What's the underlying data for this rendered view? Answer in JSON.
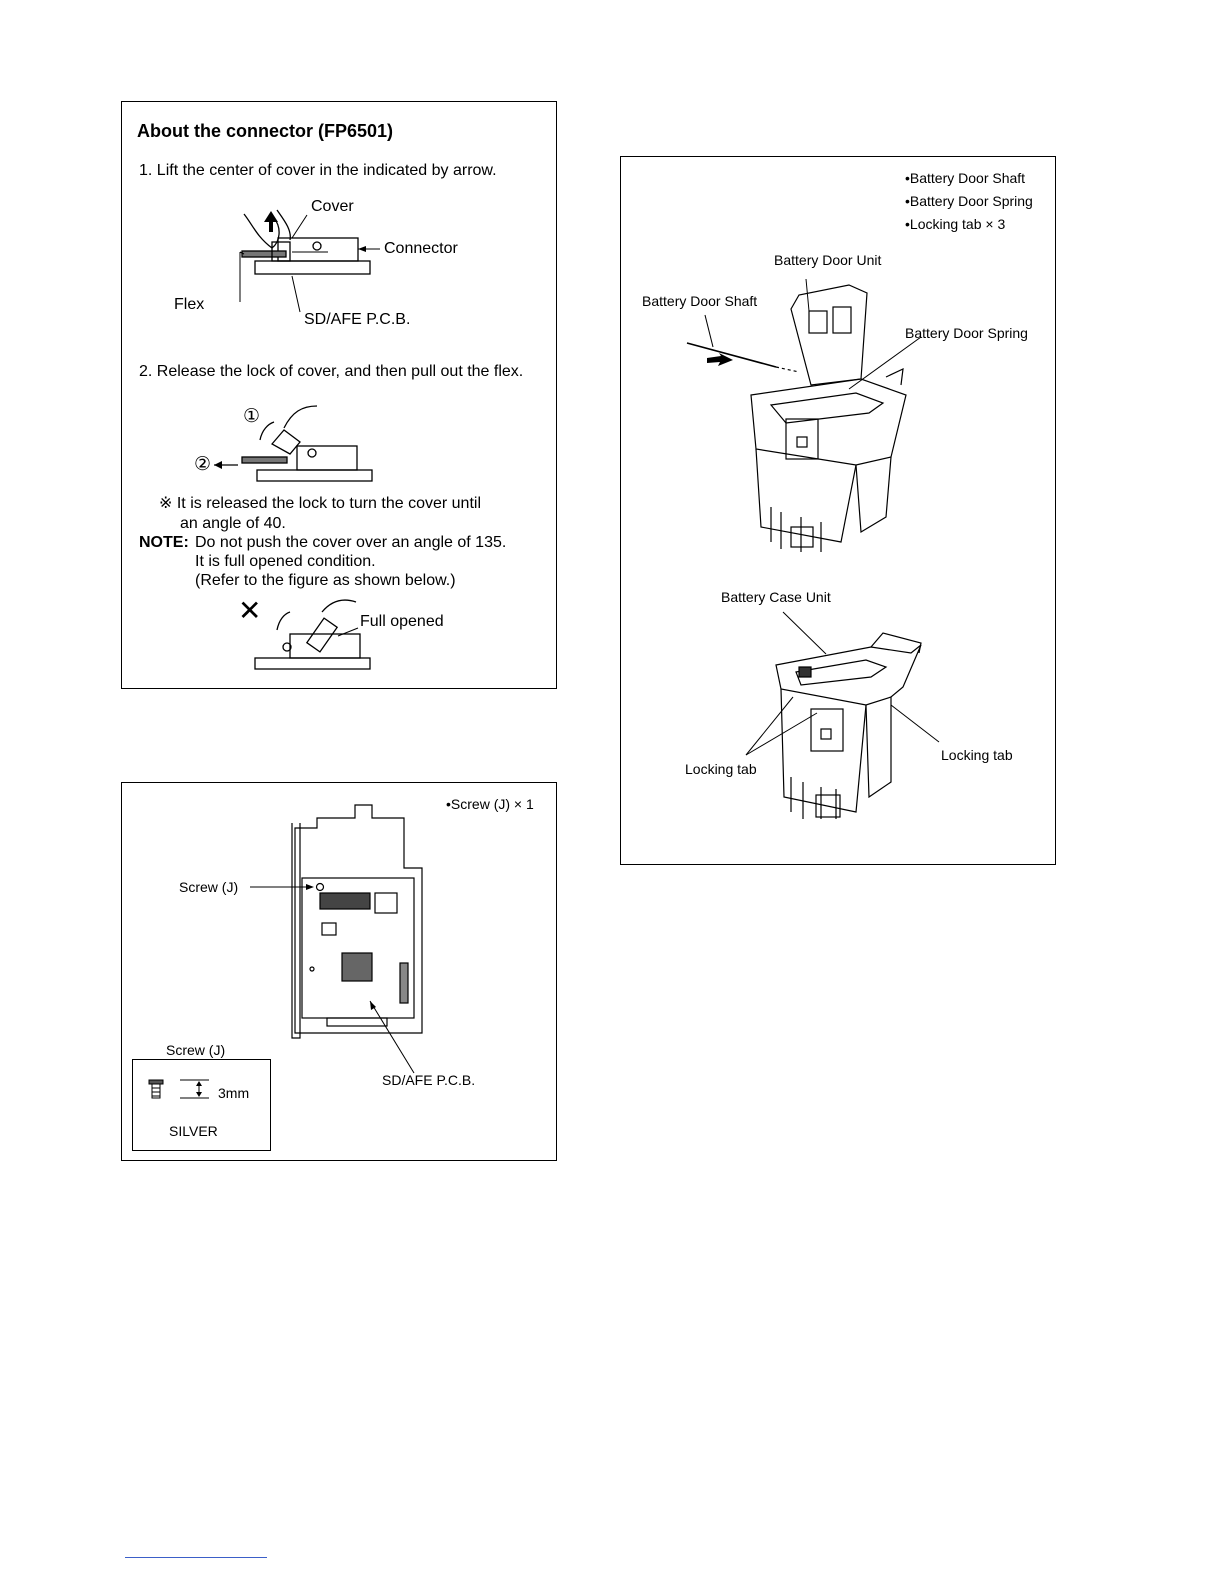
{
  "connector_panel": {
    "title": "About the connector (FP6501)",
    "step1": "1. Lift the center of cover in the indicated by arrow.",
    "label_cover": "Cover",
    "label_connector": "Connector",
    "label_flex": "Flex",
    "label_pcb": "SD/AFE P.C.B.",
    "step2": "2. Release the lock of cover, and then pull out the flex.",
    "marker_1": "①",
    "marker_2": "②",
    "note_mark_line1": "※  It is released the lock to turn the cover until",
    "note_mark_line2": "an angle of 40.",
    "note_label": "NOTE:",
    "note_line1": "Do not push the cover over an angle of 135.",
    "note_line2": "It is full opened condition.",
    "note_line3": "(Refer to the figure as shown below.)",
    "cross_mark": "✕",
    "label_full_opened": "Full opened"
  },
  "screw_panel": {
    "bullet": "•Screw (J) × 1",
    "label_screw": "Screw (J)",
    "label_pcb": "SD/AFE P.C.B.",
    "legend_title": "Screw (J)",
    "legend_size": "3mm",
    "legend_color": "SILVER"
  },
  "battery_panel": {
    "bullets": [
      "•Battery Door Shaft",
      "•Battery Door Spring",
      "•Locking tab × 3"
    ],
    "label_door_unit": "Battery Door Unit",
    "label_door_shaft": "Battery Door Shaft",
    "label_door_spring": "Battery Door Spring",
    "label_case_unit": "Battery Case Unit",
    "label_locking_tab_left": "Locking tab",
    "label_locking_tab_right": "Locking tab"
  }
}
